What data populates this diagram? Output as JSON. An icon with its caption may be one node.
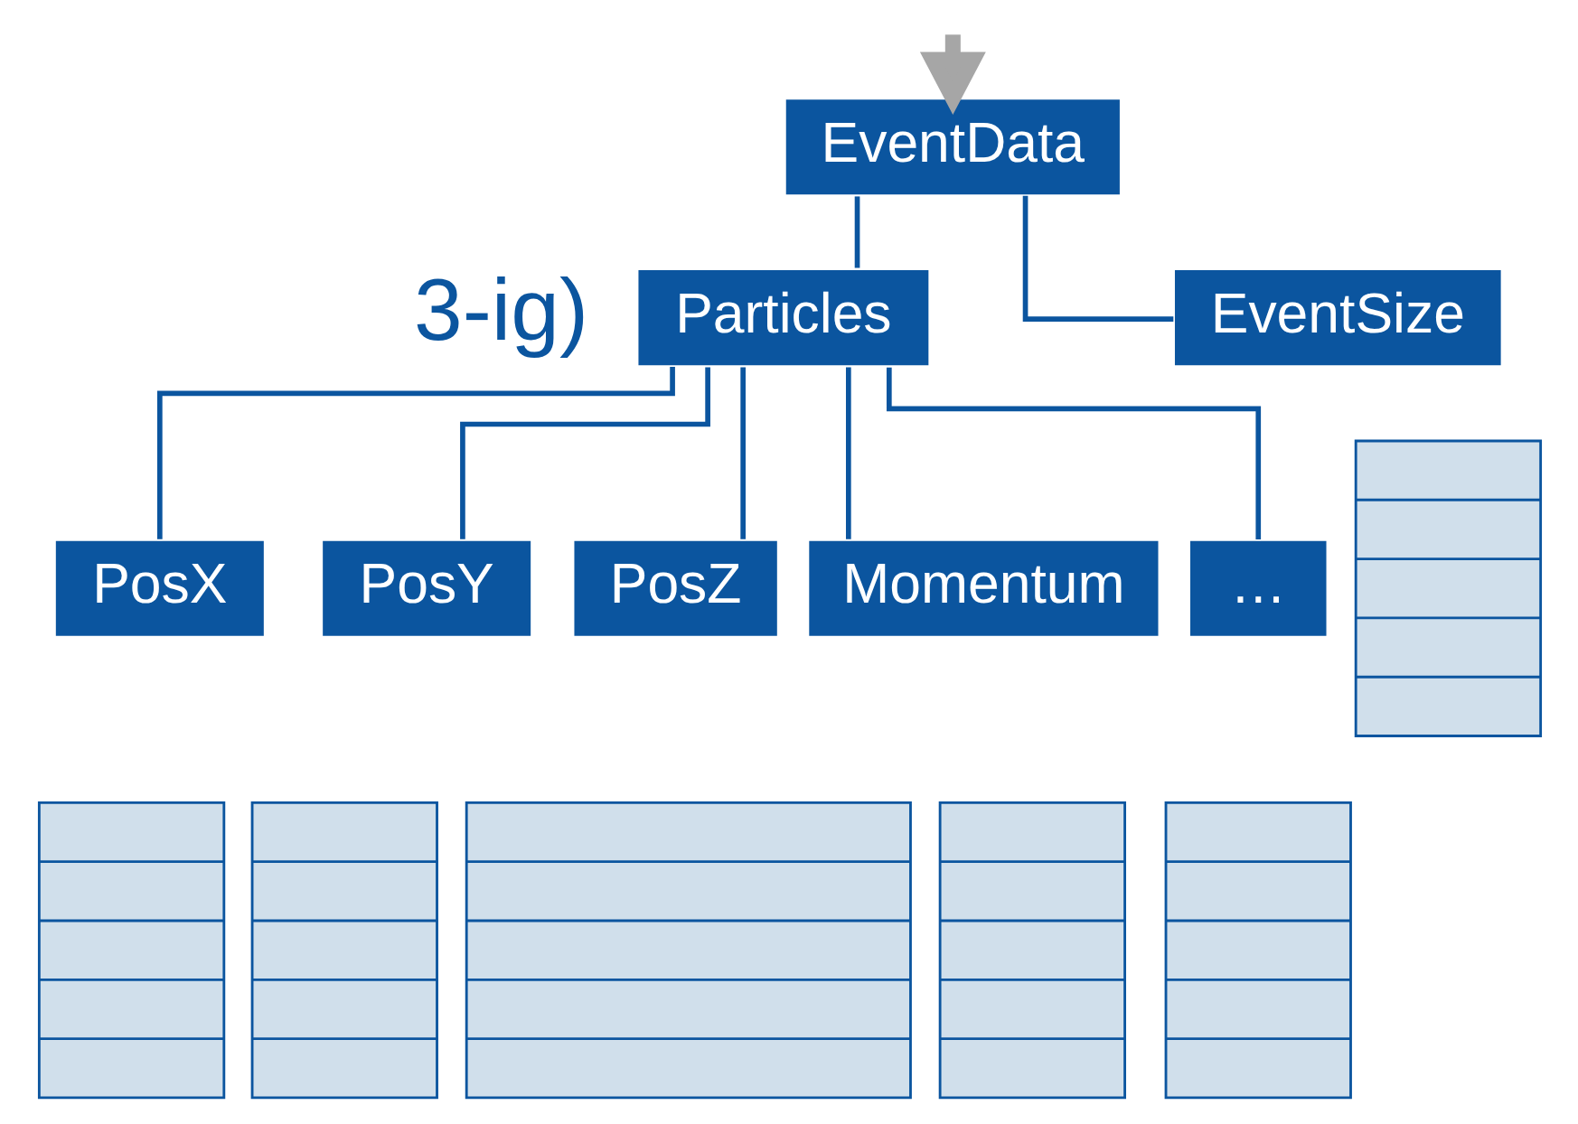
{
  "diagram": {
    "nodes": [
      {
        "text": [
          "EventData"
        ]
      },
      {
        "text": [
          "Particles"
        ]
      },
      {
        "text": [
          "EventSize"
        ]
      },
      {
        "text": [
          "PosX"
        ]
      },
      {
        "text": [
          "PosY"
        ]
      },
      {
        "text": [
          "PosZ"
        ]
      },
      {
        "text": [
          "Momentum"
        ]
      },
      {
        "text": [
          "…"
        ]
      },
      {
        "text": [],
        "shape": "box"
      },
      {
        "text": [],
        "shape": "box"
      },
      {
        "text": [],
        "shape": "box"
      },
      {
        "text": [],
        "shape": "box"
      },
      {
        "text": [],
        "shape": "box"
      },
      {
        "text": [],
        "shape": "box"
      }
    ],
    "edges": [
      {
        "from": null,
        "to": 0,
        "arrow": "to",
        "style": "thick",
        "color": "#a6a6a6"
      },
      {
        "from": 0,
        "to": 1,
        "arrow": "none"
      },
      {
        "from": 0,
        "to": 2,
        "arrow": "none"
      },
      {
        "from": 1,
        "to": 3,
        "arrow": "none"
      },
      {
        "from": 1,
        "to": 4,
        "arrow": "none"
      },
      {
        "from": 1,
        "to": 5,
        "arrow": "none"
      },
      {
        "from": 1,
        "to": 6,
        "arrow": "none"
      },
      {
        "from": 1,
        "to": 7,
        "arrow": "none"
      }
    ],
    "labels": [
      "3-ig)"
    ]
  }
}
